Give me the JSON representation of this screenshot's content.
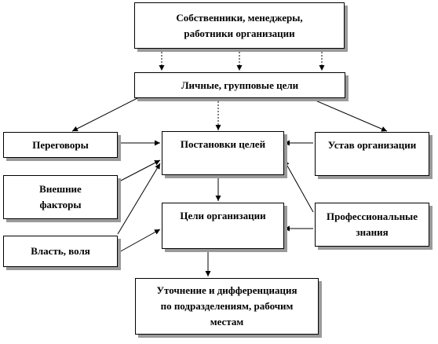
{
  "boxes": {
    "owners": [
      "Собственники, менеджеры,",
      "работники организации"
    ],
    "personal_goals": "Личные, групповые цели",
    "negotiations": "Переговоры",
    "goal_setting": "Постановки целей",
    "charter": "Устав организации",
    "external_factors": [
      "Внешние",
      "факторы"
    ],
    "org_goals": "Цели организации",
    "professional_knowledge": [
      "Профессиональные",
      "знания"
    ],
    "power_will": "Власть, воля",
    "refinement": [
      "Уточнение и дифференциация",
      "по подразделениям, рабочим",
      "местам"
    ]
  }
}
